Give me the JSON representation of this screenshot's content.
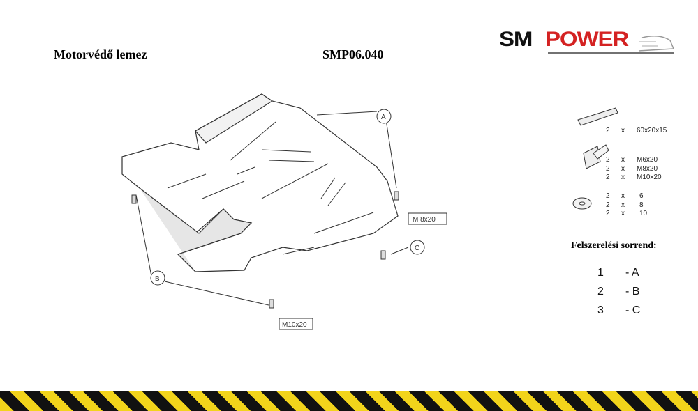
{
  "header": {
    "title": "Motorvédő lemez",
    "code": "SMP06.040",
    "logo_sm": "SM",
    "logo_power": "POWER"
  },
  "diagram": {
    "callouts": {
      "a": "A",
      "b": "B",
      "c": "C"
    },
    "bolt_labels": {
      "m8": "M 8x20",
      "m10": "M10x20"
    }
  },
  "parts": {
    "bracket": [
      {
        "qty": "2",
        "x": "x",
        "size": "60x20x15"
      }
    ],
    "bolts": [
      {
        "qty": "2",
        "x": "x",
        "size": "M6x20"
      },
      {
        "qty": "2",
        "x": "x",
        "size": "M8x20"
      },
      {
        "qty": "2",
        "x": "x",
        "size": "M10x20"
      }
    ],
    "washers": [
      {
        "qty": "2",
        "x": "x",
        "size": "6"
      },
      {
        "qty": "2",
        "x": "x",
        "size": "8"
      },
      {
        "qty": "2",
        "x": "x",
        "size": "10"
      }
    ]
  },
  "sequence": {
    "title": "Felszerelési sorrend:",
    "steps": [
      {
        "num": "1",
        "label": "- A"
      },
      {
        "num": "2",
        "label": "- B"
      },
      {
        "num": "3",
        "label": "- C"
      }
    ]
  },
  "colors": {
    "logo_red": "#d42222",
    "stripe_yellow": "#f2d41b",
    "stripe_black": "#111111"
  }
}
